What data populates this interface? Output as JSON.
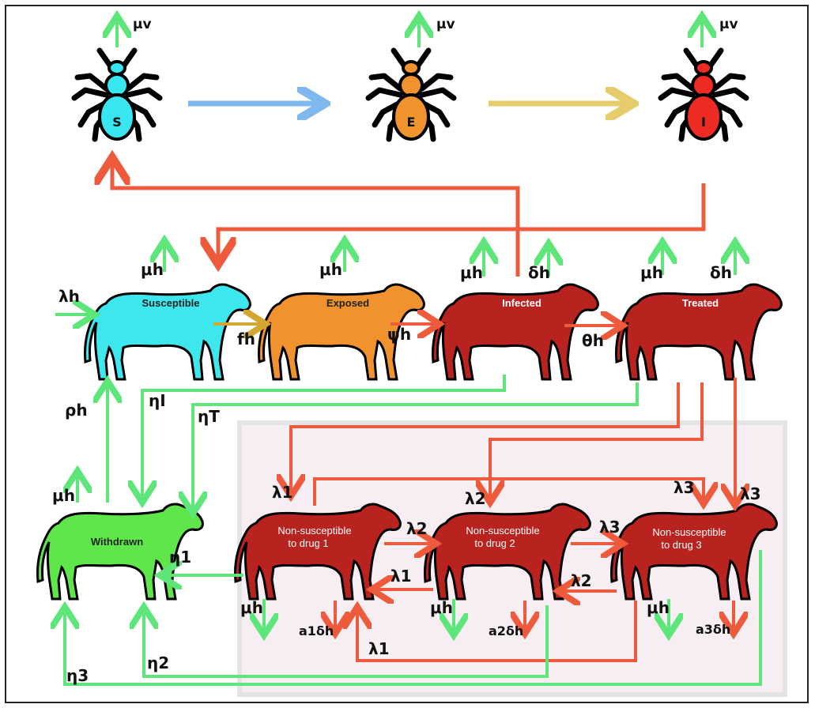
{
  "vectors": {
    "susceptible": {
      "letter": "S",
      "color": "#38e6f0"
    },
    "exposed": {
      "letter": "E",
      "color": "#f0922e"
    },
    "infected": {
      "letter": "I",
      "color": "#ee2b22"
    },
    "mortality_label": "μv"
  },
  "hosts": {
    "susceptible": {
      "label": "Susceptible",
      "color": "#3ee6ee"
    },
    "exposed": {
      "label": "Exposed",
      "color": "#f0922e"
    },
    "infected": {
      "label": "Infected",
      "color": "#b8221f"
    },
    "treated": {
      "label": "Treated",
      "color": "#b8221f"
    },
    "withdrawn": {
      "label": "Withdrawn",
      "color": "#5ee64a"
    },
    "ns1": {
      "label_line1": "Non-susceptible",
      "label_line2": "to drug 1",
      "color": "#b8221f"
    },
    "ns2": {
      "label_line1": "Non-susceptible",
      "label_line2": "to drug 2",
      "color": "#b8221f"
    },
    "ns3": {
      "label_line1": "Non-susceptible",
      "label_line2": "to drug 3",
      "color": "#b8221f"
    }
  },
  "rates": {
    "lambda_h": "λh",
    "mu_h": "μh",
    "delta_h": "δh",
    "f_h": "fh",
    "psi_h": "ψh",
    "theta_h": "θh",
    "rho_h": "ρh",
    "eta_I": "ηI",
    "eta_T": "ηT",
    "eta_1": "η1",
    "eta_2": "η2",
    "eta_3": "η3",
    "lambda_1": "λ1",
    "lambda_2": "λ2",
    "lambda_3": "λ3",
    "a1_delta_h": "a1δh",
    "a2_delta_h": "a2δh",
    "a3_delta_h": "a3δh"
  },
  "colors": {
    "green_arrow": "#5ee67a",
    "red_arrow": "#ee5a3c",
    "blue_arrow": "#7fb8ee",
    "yellow_arrow": "#e6cc6a",
    "gold_arrow": "#d4a830"
  }
}
